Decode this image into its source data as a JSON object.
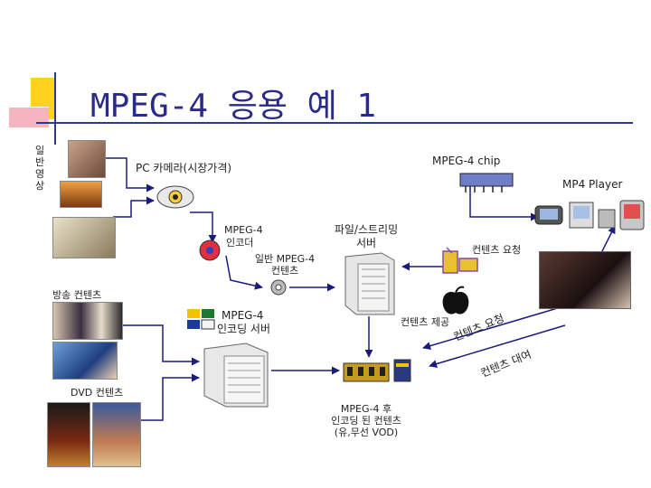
{
  "slide": {
    "title": "MPEG-4 응용 예 1"
  },
  "labels": {
    "general_video": "일반영상",
    "pc_camera": "PC 카메라(시장가격)",
    "mpeg4_chip": "MPEG-4 chip",
    "mp4_player": "MP4 Player",
    "encoder_l1": "MPEG-4",
    "encoder_l2": "인코더",
    "server_l1": "파일/스트리밍",
    "server_l2": "서버",
    "general_content_l1": "일반 MPEG-4",
    "general_content_l2": "컨텐츠",
    "content_request_1": "컨텐츠 요청",
    "broadcast": "방송 컨텐츠",
    "transcoding_l1": "MPEG-4",
    "transcoding_l2": "인코딩 서버",
    "content_provide": "컨텐츠 제공",
    "content_request_2": "컨텐츠 요청",
    "content_rental": "컨텐츠 대여",
    "dvd": "DVD 컨텐츠",
    "encoded_l1": "MPEG-4 후",
    "encoded_l2": "인코딩 된 컨텐츠",
    "encoded_l3": "(유,무선 VOD)"
  },
  "colors": {
    "title": "#2a2a8c",
    "accent_yellow": "#ffd21e",
    "accent_blue": "#2b3a8c",
    "accent_pink": "#f4b4c0",
    "arrow": "#1b1b7a"
  }
}
